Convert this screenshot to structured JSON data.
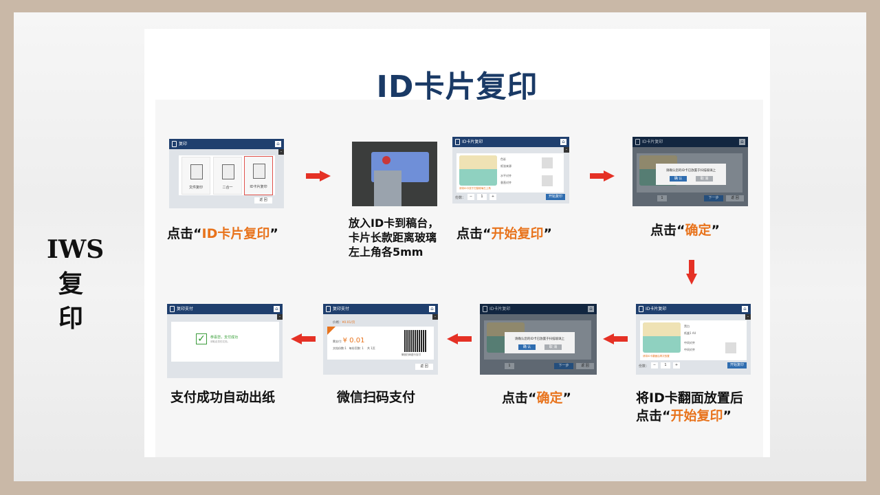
{
  "side_label": [
    "IWS",
    "复",
    "印"
  ],
  "title": "ID卡片复印",
  "screens": {
    "copy_menu": {
      "header": "复印",
      "tiles": [
        "文件复印",
        "二合一",
        "ID卡片复印"
      ],
      "back": "返 回"
    },
    "id_copy": {
      "header": "ID卡片复印",
      "fields": [
        "色彩",
        "纸张来源",
        "水平对齐",
        "垂直对齐"
      ],
      "values": [
        "黑白",
        "纸盒1 A4",
        "中间对齐",
        "中间对齐"
      ],
      "hint": "请将ID卡放于扫描玻璃左上角",
      "hint_back": "请将ID卡翻面后再次放置",
      "copies_label": "份数：",
      "copies": "1",
      "minus": "−",
      "plus": "+",
      "start": "开始复印",
      "next": "下一步",
      "back": "返 回"
    },
    "dialog": {
      "message": "请确认您的ID卡已放置于扫描玻璃上",
      "ok": "确 认",
      "cancel": "取 消"
    },
    "payment": {
      "header": "复印支付",
      "price_label": "价格：",
      "price": "¥0.01/页",
      "due_label": "需支付:",
      "amount": "¥ 0.01",
      "details": "文档份数:1   每份页数: 1    共 1页",
      "qr_caption": "微信扫码进行支付",
      "back": "返 回"
    },
    "success": {
      "header": "复印支付",
      "message": "恭喜您，支付成功",
      "sub": "请取走您的文档。"
    }
  },
  "steps": [
    {
      "pre": "点击“",
      "hl": "ID卡片复印",
      "post": "”"
    },
    {
      "lines": [
        "放入ID卡到稿台，",
        "卡片长款距离玻璃",
        "左上角各5mm"
      ]
    },
    {
      "pre": "点击“",
      "hl": "开始复印",
      "post": "”"
    },
    {
      "pre": "点击“",
      "hl": "确定",
      "post": "”"
    },
    {
      "text": "支付成功自动出纸"
    },
    {
      "text": "微信扫码支付"
    },
    {
      "pre": "点击“",
      "hl": "确定",
      "post": "”"
    },
    {
      "line1": "将ID卡翻面放置后",
      "pre": "点击“",
      "hl": "开始复印",
      "post": "”"
    }
  ],
  "colors": {
    "title": "#1a3a66",
    "highlight": "#e8731c",
    "arrow": "#e53125",
    "header": "#1f3f6e"
  }
}
